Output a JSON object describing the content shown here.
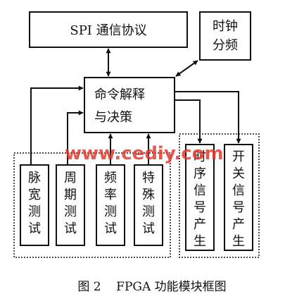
{
  "diagram": {
    "nodes": {
      "spi": {
        "label": "SPI 通信协议"
      },
      "clock": {
        "lines": [
          "时钟",
          "分频"
        ]
      },
      "decoder": {
        "lines": [
          "命令解释",
          "与决策"
        ]
      },
      "pulse": {
        "chars": [
          "脉",
          "宽",
          "测",
          "试"
        ]
      },
      "period": {
        "chars": [
          "周",
          "期",
          "测",
          "试"
        ]
      },
      "freq": {
        "chars": [
          "频",
          "率",
          "测",
          "试"
        ]
      },
      "special": {
        "chars": [
          "特",
          "殊",
          "测",
          "试"
        ]
      },
      "timing": {
        "chars": [
          "时",
          "序",
          "信",
          "号",
          "产",
          "生"
        ]
      },
      "switch": {
        "chars": [
          "开",
          "关",
          "信",
          "号",
          "产",
          "生"
        ]
      }
    },
    "groups": [
      "test-group",
      "signal-group"
    ]
  },
  "caption": "图 2    FPGA 功能模块框图",
  "watermark": "www.cediy.com",
  "colors": {
    "line": "#111111",
    "watermark": "#e23a2e"
  }
}
